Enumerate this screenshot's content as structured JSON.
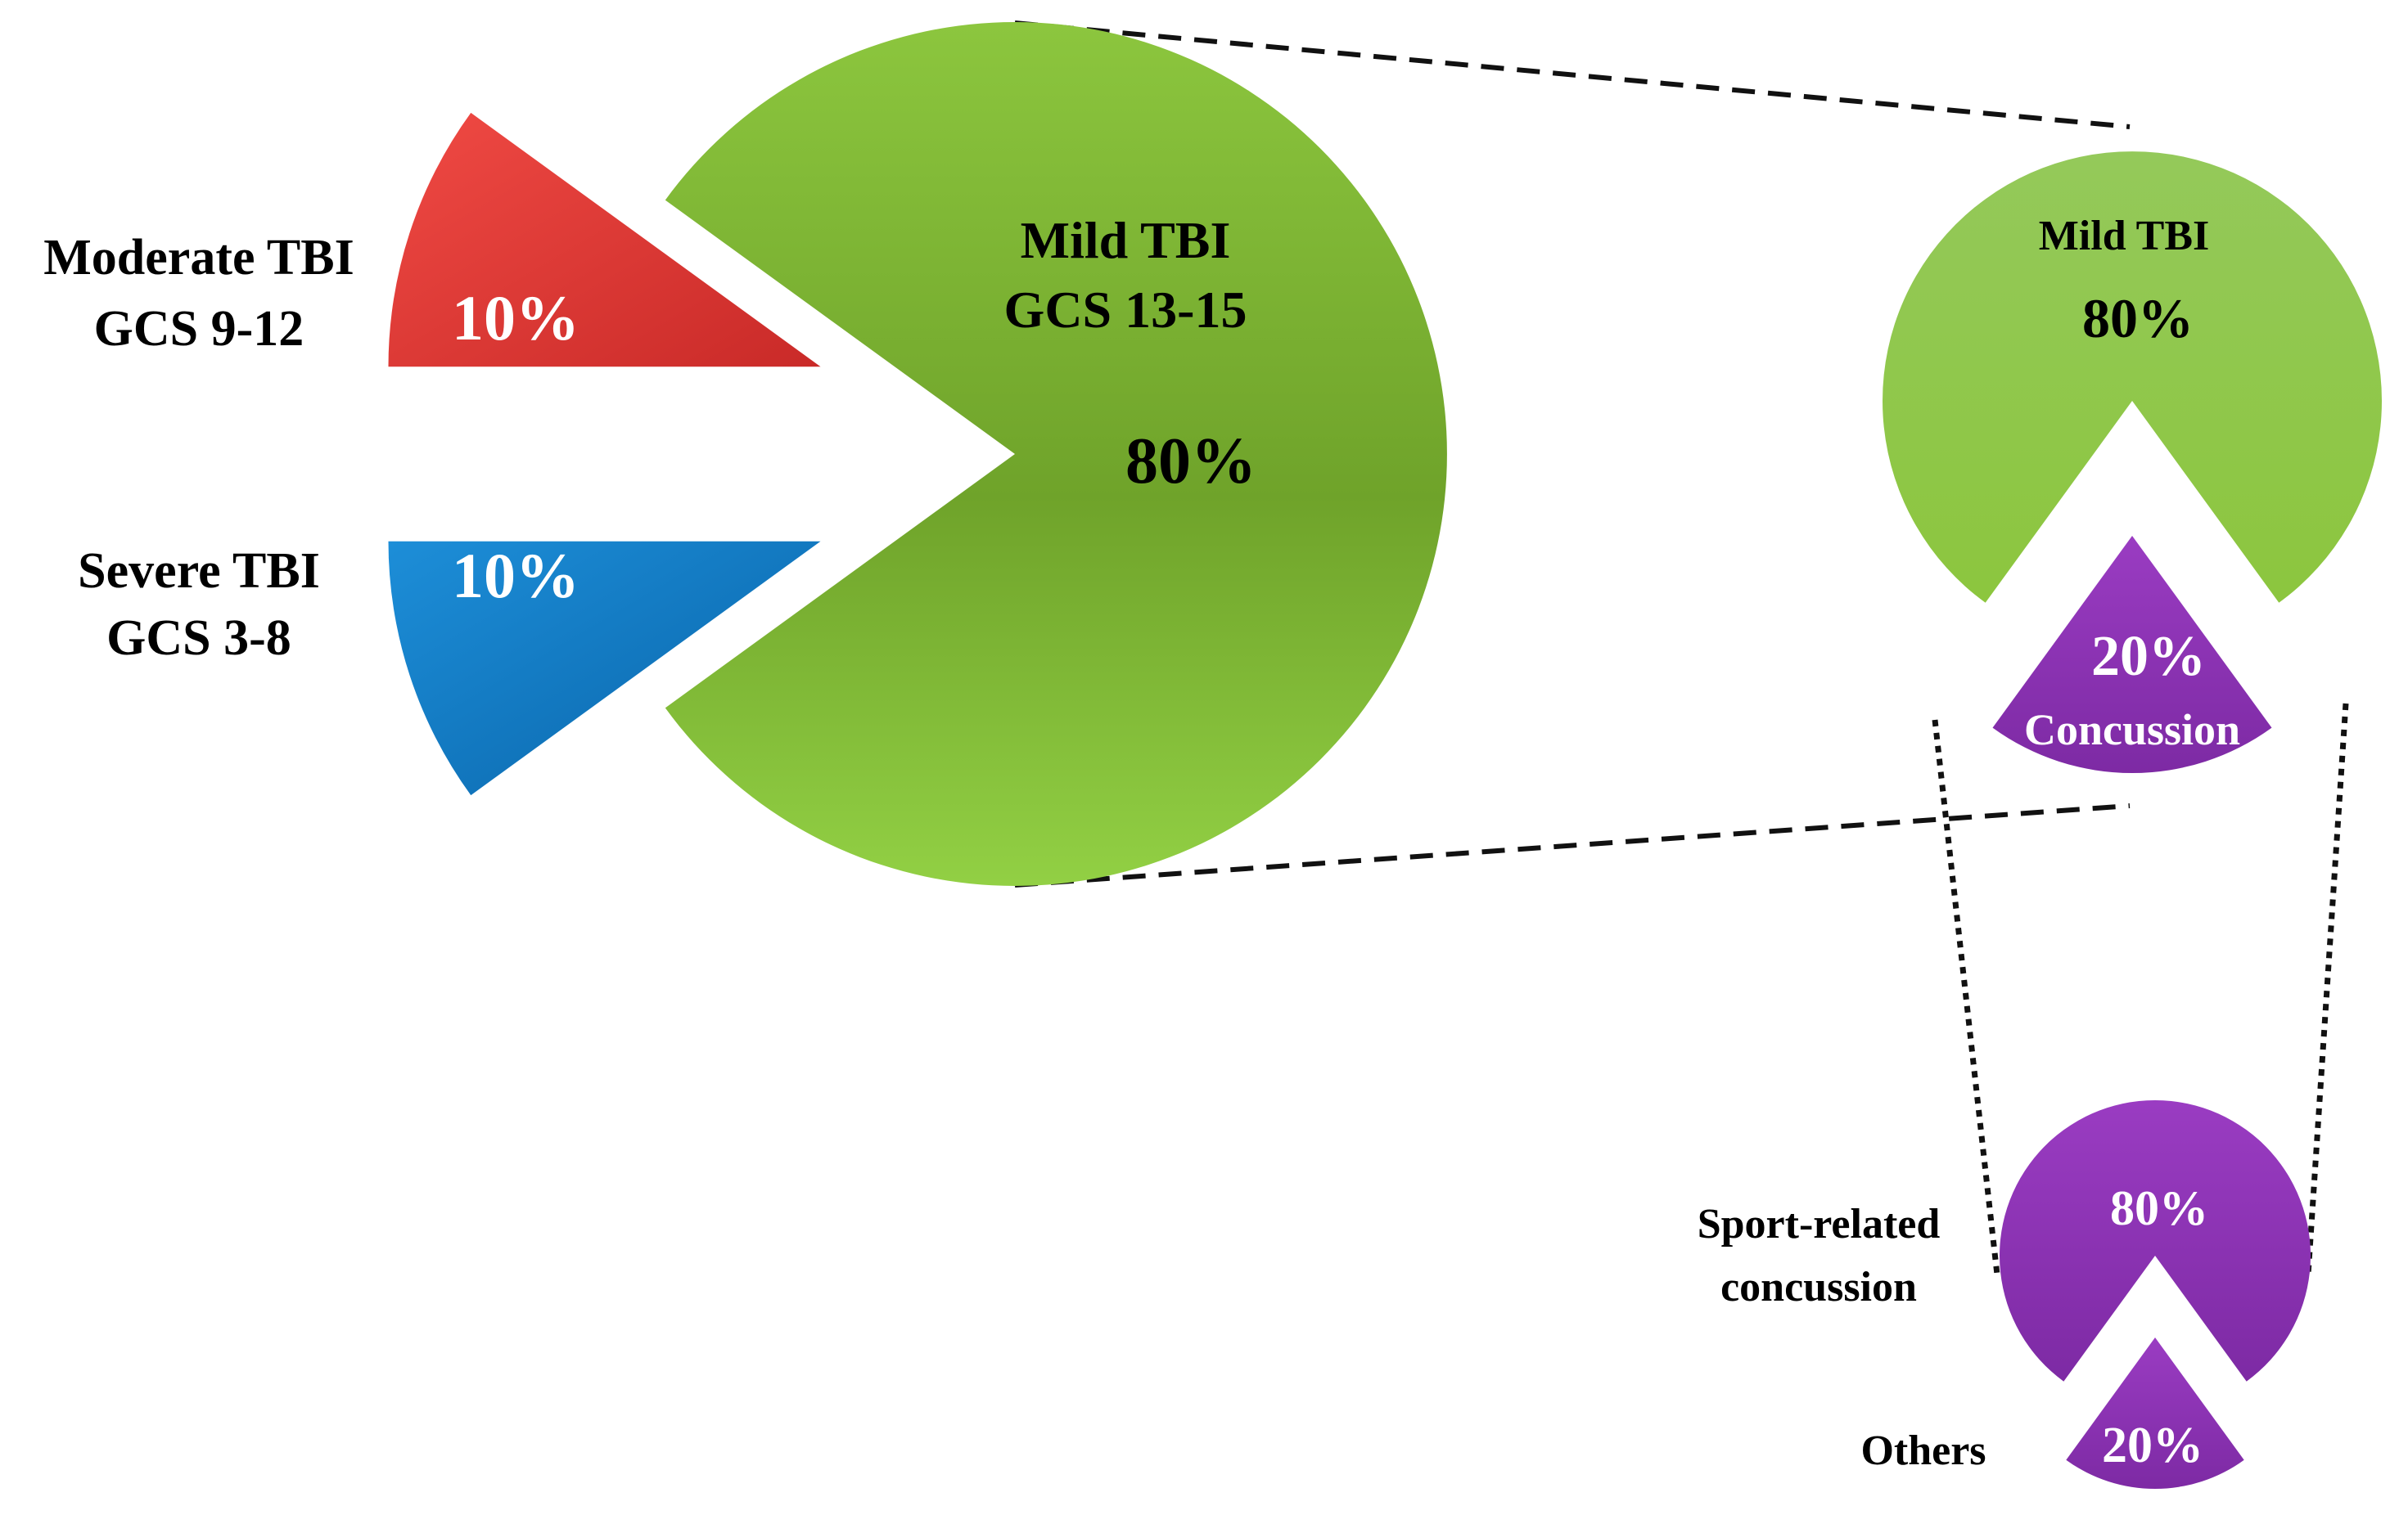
{
  "colors": {
    "mild": "#8cc63e",
    "mild_dark": "#6fa32a",
    "moderate": "#e23a35",
    "severe": "#0a78c8",
    "concussion": "#8a33b0",
    "label_dark": "#000000",
    "label_light": "#ffffff"
  },
  "chart_data": [
    {
      "type": "pie",
      "slices": [
        {
          "name": "Moderate TBI",
          "sublabel": "GCS 9-12",
          "value": 10,
          "display": "10%"
        },
        {
          "name": "Severe TBI",
          "sublabel": "GCS 3-8",
          "value": 10,
          "display": "10%"
        },
        {
          "name": "Mild TBI",
          "sublabel": "GCS 13-15",
          "value": 80,
          "display": "80%"
        }
      ]
    },
    {
      "type": "pie",
      "slices": [
        {
          "name": "Mild TBI",
          "value": 80,
          "display": "80%"
        },
        {
          "name": "Concussion",
          "value": 20,
          "display": "20%"
        }
      ]
    },
    {
      "type": "pie",
      "slices": [
        {
          "name": "Sport-related concussion",
          "value": 80,
          "display": "80%"
        },
        {
          "name": "Others",
          "value": 20,
          "display": "20%"
        }
      ]
    }
  ]
}
